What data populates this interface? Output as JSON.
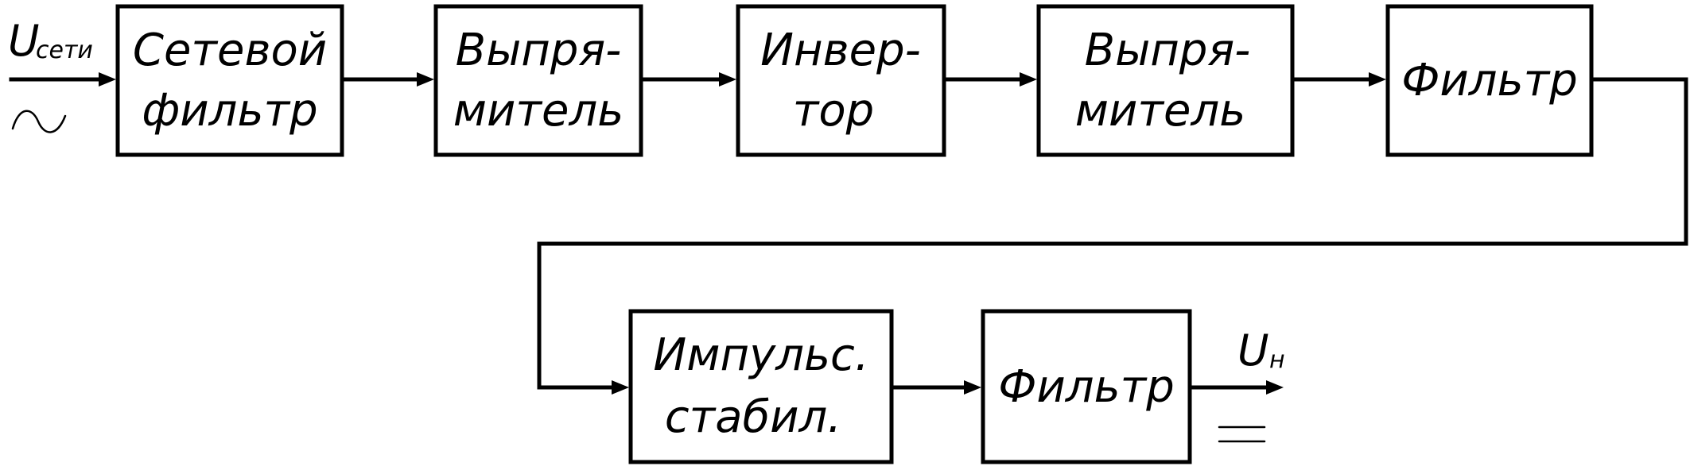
{
  "input": {
    "symbol": "U",
    "subscript": "сети",
    "ac_symbol": "~"
  },
  "blocks": [
    {
      "id": "mains-filter",
      "lines": [
        "Сетевой",
        "фильтр"
      ]
    },
    {
      "id": "rectifier-1",
      "lines": [
        "Выпря-",
        "митель"
      ]
    },
    {
      "id": "inverter",
      "lines": [
        "Инвер-",
        "тор"
      ]
    },
    {
      "id": "rectifier-2",
      "lines": [
        "Выпря-",
        "митель"
      ]
    },
    {
      "id": "filter-1",
      "lines": [
        "Фильтр"
      ]
    },
    {
      "id": "pulse-stabilizer",
      "lines": [
        "Импульс.",
        "стабил."
      ]
    },
    {
      "id": "filter-2",
      "lines": [
        "Фильтр"
      ]
    }
  ],
  "output": {
    "symbol": "U",
    "subscript": "н",
    "dc_symbol": "="
  }
}
